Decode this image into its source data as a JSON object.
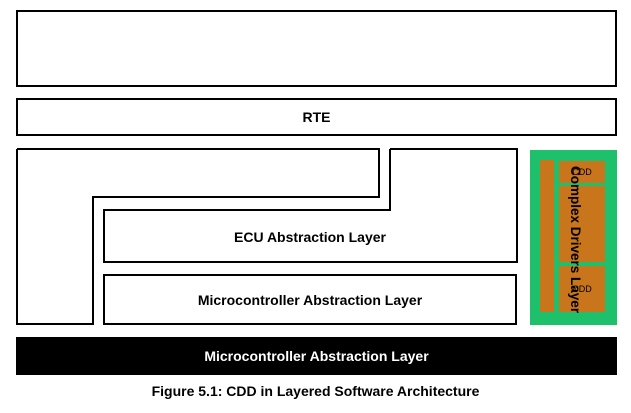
{
  "layers": {
    "application": "",
    "rte": "RTE",
    "ecu_abstraction": "ECU Abstraction Layer",
    "mcal_upper": "Microcontroller Abstraction Layer",
    "mcal_bottom": "Microcontroller Abstraction Layer"
  },
  "cdd": {
    "label": "Complex Drivers Layer",
    "top_box": "CDD",
    "bottom_box": "CDD",
    "green_color": "#1fc06c",
    "orange_color": "#c8751b"
  },
  "caption": "Figure 5.1: CDD in Layered Software Architecture"
}
